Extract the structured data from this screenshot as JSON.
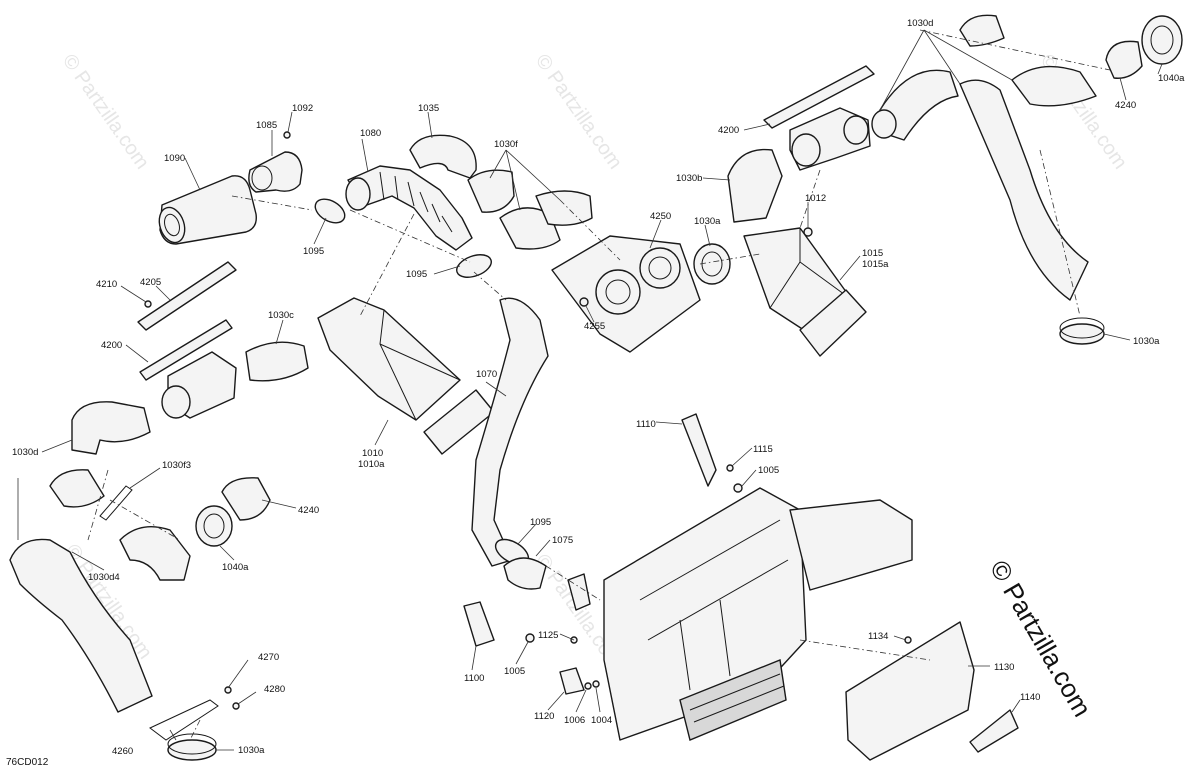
{
  "diagram": {
    "drawing_id": "76CD012",
    "copyright": "© Partzilla.com",
    "watermark": "© Partzilla.com",
    "part_labels": {
      "p1090": "1090",
      "p1085": "1085",
      "p1092": "1092",
      "p1095a": "1095",
      "p1080": "1080",
      "p1035": "1035",
      "p1030f": "1030f",
      "p1095b": "1095",
      "p4250": "4250",
      "p1030a_a": "1030a",
      "p1012": "1012",
      "p1015": "1015",
      "p1015a": "1015a",
      "p4255": "4255",
      "p1030b": "1030b",
      "p4200_a": "4200",
      "p1030d_a": "1030d",
      "p4240_a": "4240",
      "p1040a_a": "1040a",
      "p1030a_b": "1030a",
      "p4210": "4210",
      "p4205": "4205",
      "p4200_b": "4200",
      "p1030c": "1030c",
      "p1070": "1070",
      "p1010": "1010",
      "p1010a": "1010a",
      "p1030d_b": "1030d",
      "p1030f3": "1030f3",
      "p4240_b": "4240",
      "p1030d4": "1030d4",
      "p1040a_b": "1040a",
      "p1110": "1110",
      "p1115": "1115",
      "p1005_a": "1005",
      "p1095c": "1095",
      "p1075": "1075",
      "p1125": "1125",
      "p1100": "1100",
      "p1005_b": "1005",
      "p1120": "1120",
      "p1006": "1006",
      "p1004": "1004",
      "p1134": "1134",
      "p1130": "1130",
      "p1140": "1140",
      "p4270": "4270",
      "p4280": "4280",
      "p4260": "4260",
      "p1030a_c": "1030a"
    }
  }
}
